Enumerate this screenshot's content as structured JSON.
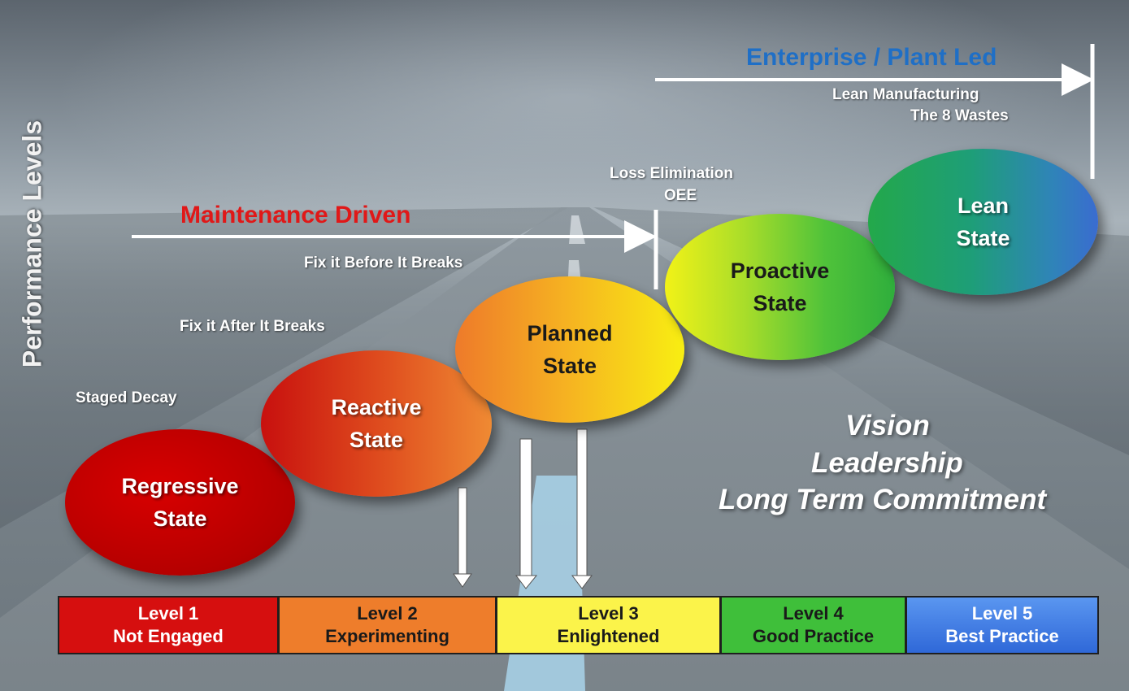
{
  "side_title": "Performance Levels",
  "enterprise": {
    "heading": "Enterprise / Plant Led",
    "line1": "Lean Manufacturing",
    "line2": "The 8 Wastes",
    "color": "#1f6fc6"
  },
  "maintenance": {
    "heading": "Maintenance Driven",
    "color": "#e01818"
  },
  "notes": {
    "loss_line1": "Loss Elimination",
    "loss_line2": "OEE",
    "fix_before": "Fix it Before It Breaks",
    "fix_after": "Fix it After It Breaks",
    "staged_decay": "Staged Decay"
  },
  "states": [
    {
      "line1": "Regressive",
      "line2": "State"
    },
    {
      "line1": "Reactive",
      "line2": "State"
    },
    {
      "line1": "Planned",
      "line2": "State"
    },
    {
      "line1": "Proactive",
      "line2": "State"
    },
    {
      "line1": "Lean",
      "line2": "State"
    }
  ],
  "vision": {
    "line1": "Vision",
    "line2": "Leadership",
    "line3": "Long Term Commitment"
  },
  "levels": [
    {
      "title": "Level 1",
      "desc": "Not Engaged",
      "color": "#d60f0f",
      "text_color": "#ffffff"
    },
    {
      "title": "Level 2",
      "desc": "Experimenting",
      "color": "#ee7d2b",
      "text_color": "#1a1a1a"
    },
    {
      "title": "Level 3",
      "desc": "Enlightened",
      "color": "#fbf34a",
      "text_color": "#1a1a1a"
    },
    {
      "title": "Level 4",
      "desc": "Good Practice",
      "color": "#3fbf3a",
      "text_color": "#1a1a1a"
    },
    {
      "title": "Level 5",
      "desc": "Best Practice",
      "color": "#3f7ee6",
      "text_color": "#ffffff"
    }
  ]
}
